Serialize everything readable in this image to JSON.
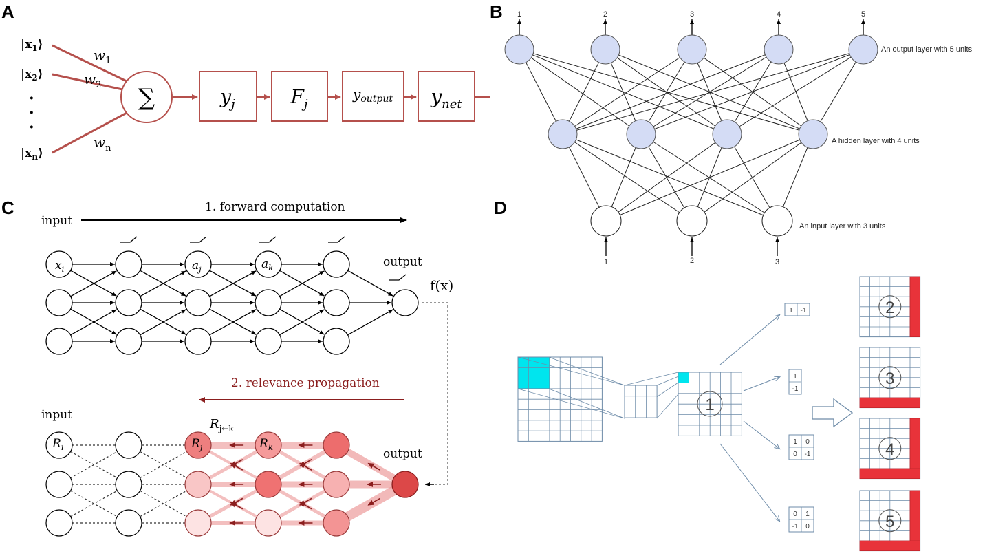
{
  "panels": {
    "a": {
      "letter": "A",
      "inputs": [
        "|x",
        "|x",
        "|x"
      ],
      "input_subs": [
        "1",
        "2",
        "n"
      ],
      "input_close": "⟩",
      "dots": [
        "·",
        "·",
        "·"
      ],
      "weights": [
        "w",
        "w",
        "w"
      ],
      "weight_subs": [
        "1",
        "2",
        "n"
      ],
      "sum_symbol": "∑",
      "boxes": [
        {
          "main": "y",
          "sub": "j"
        },
        {
          "main": "F",
          "sub": "j"
        },
        {
          "main": "y",
          "sub": "output"
        },
        {
          "main": "y",
          "sub": "net"
        }
      ],
      "color": "#b5504c"
    },
    "b": {
      "letter": "B",
      "output_labels": [
        "1",
        "2",
        "3",
        "4",
        "5"
      ],
      "input_labels": [
        "1",
        "2",
        "3"
      ],
      "output_layer_text": "An output layer with 5 units",
      "hidden_layer_text": "A hidden layer with 4 units",
      "input_layer_text": "An input layer with 3 units",
      "unit_fill": "#d4dcf5"
    },
    "c": {
      "letter": "C",
      "forward_label": "1. forward computation",
      "input_label_top": "input",
      "output_label_top": "output",
      "f_label": "f(x)",
      "node_labels_top": [
        "x",
        "a",
        "a"
      ],
      "node_subs_top": [
        "i",
        "j",
        "k"
      ],
      "relevance_label": "2. relevance propagation",
      "input_label_bottom": "input",
      "output_label_bottom": "output",
      "node_labels_bottom": [
        "R",
        "R",
        "R"
      ],
      "node_subs_bottom": [
        "i",
        "j",
        "k"
      ],
      "rjk_main": "R",
      "rjk_sub": "j←k",
      "relevance_color": "#8b1e1e"
    },
    "d": {
      "letter": "D",
      "filters": [
        {
          "rows": [
            [
              "1",
              "-1"
            ]
          ]
        },
        {
          "rows": [
            [
              "1"
            ],
            [
              "-1"
            ]
          ]
        },
        {
          "rows": [
            [
              "1",
              "0"
            ],
            [
              "0",
              "-1"
            ]
          ]
        },
        {
          "rows": [
            [
              "0",
              "1"
            ],
            [
              "-1",
              "0"
            ]
          ]
        }
      ],
      "feature_numbers": [
        "1",
        "2",
        "3",
        "4",
        "5"
      ],
      "highlight_color": "#00e5ee",
      "edge_color": "#e8333a",
      "grid_color": "#6d8ba8"
    }
  }
}
